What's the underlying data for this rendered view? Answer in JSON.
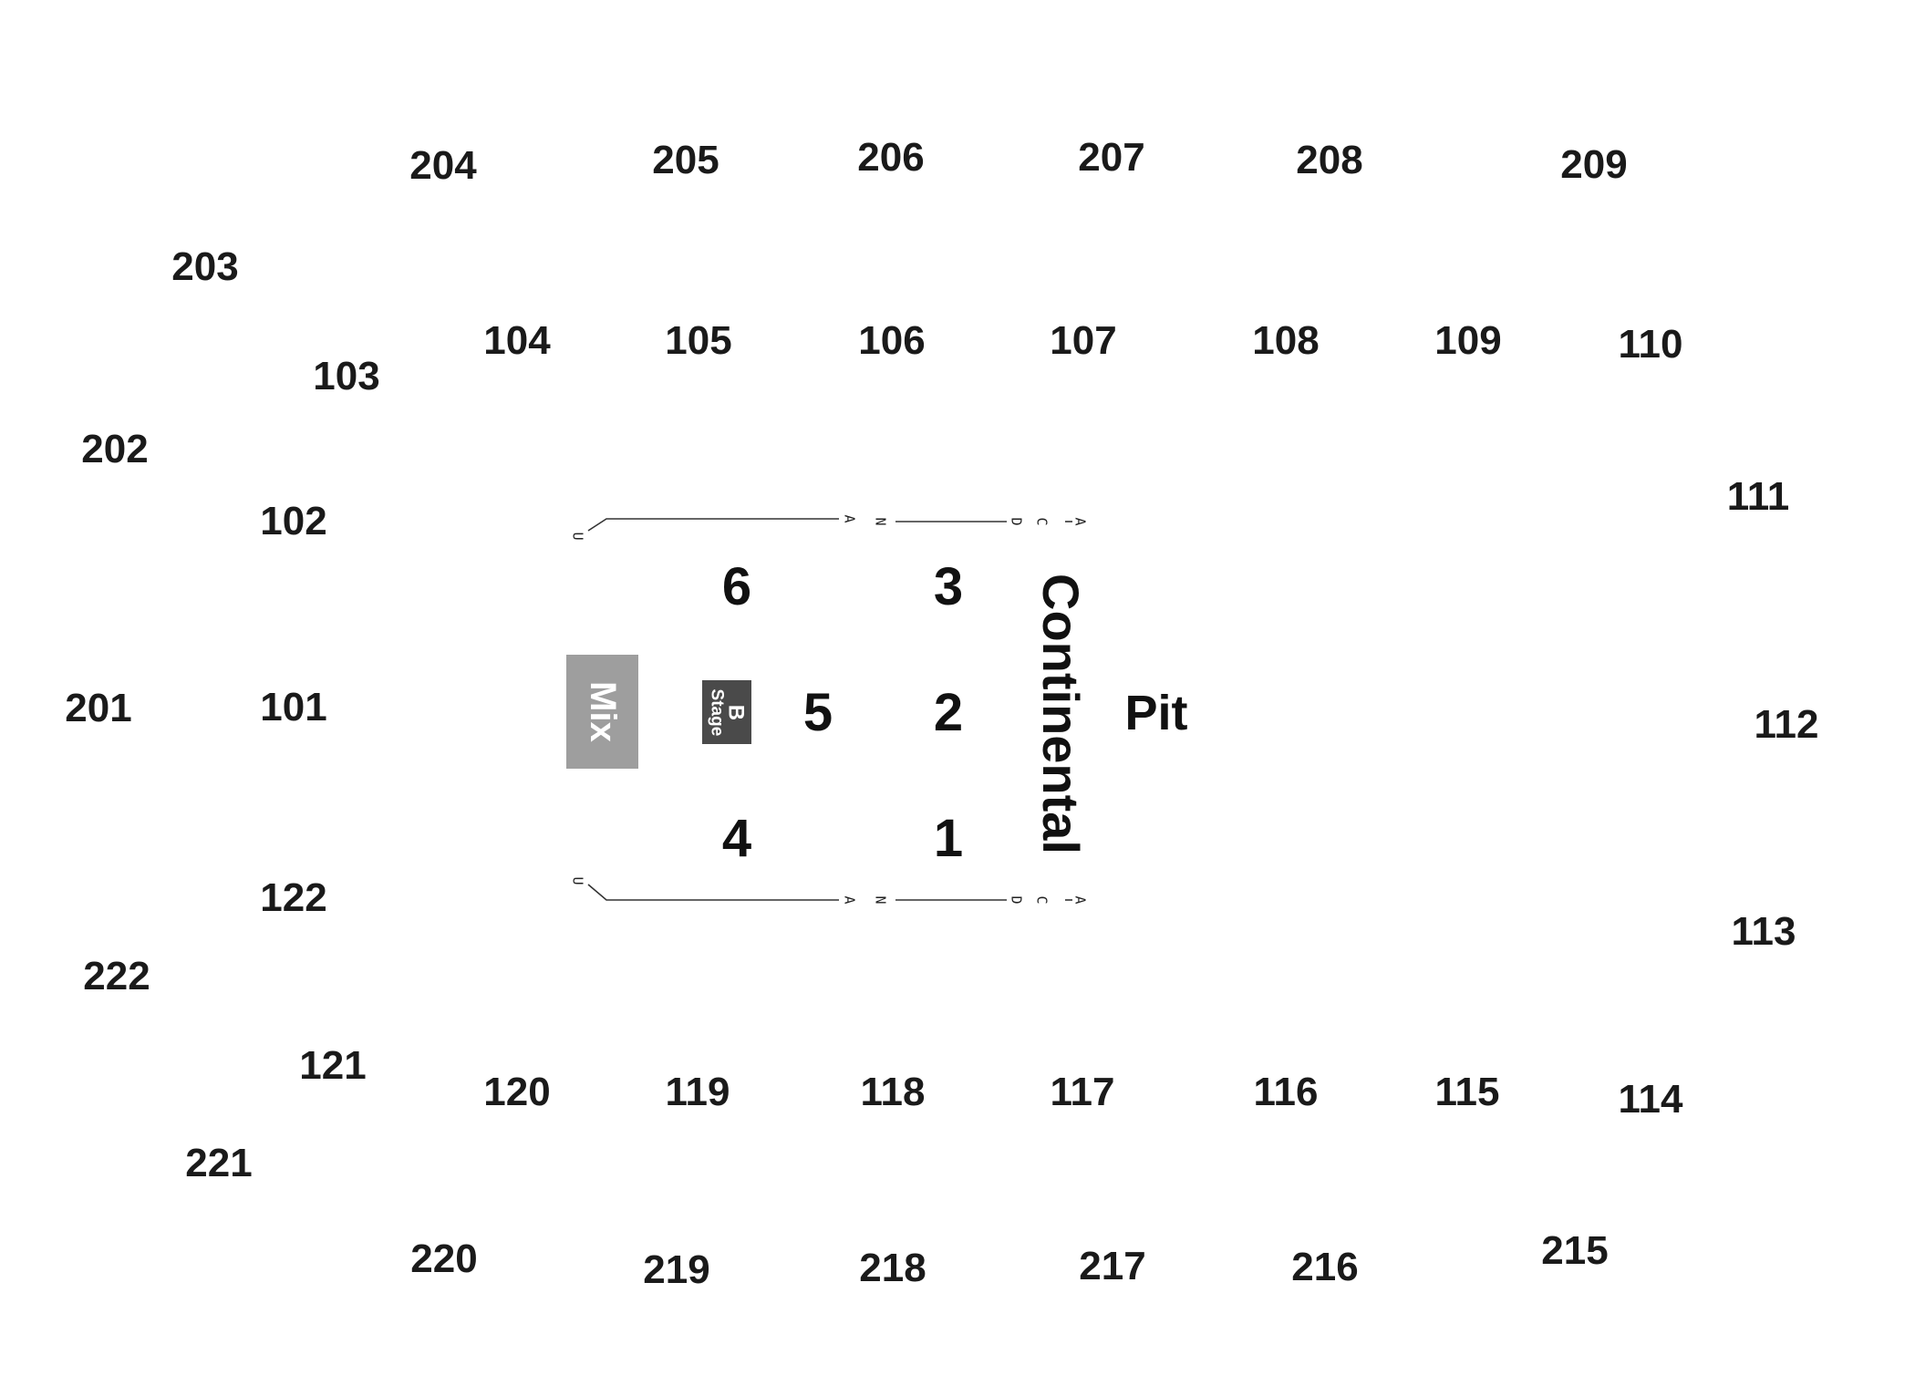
{
  "sections_200": [
    "201",
    "202",
    "203",
    "204",
    "205",
    "206",
    "207",
    "208",
    "209",
    "215",
    "216",
    "217",
    "218",
    "219",
    "220",
    "221",
    "222"
  ],
  "sections_100": [
    "101",
    "102",
    "103",
    "104",
    "105",
    "106",
    "107",
    "108",
    "109",
    "110",
    "111",
    "112",
    "113",
    "114",
    "115",
    "116",
    "117",
    "118",
    "119",
    "120",
    "121",
    "122"
  ],
  "floor": {
    "s1": "1",
    "s2": "2",
    "s3": "3",
    "s4": "4",
    "s5": "5",
    "s6": "6"
  },
  "pit": "Pit",
  "continental": "Continental",
  "mix": "Mix",
  "b_stage": {
    "line1": "B",
    "line2": "Stage"
  },
  "rows": {
    "a": "A",
    "c": "C",
    "d": "D",
    "n": "N",
    "u": "U"
  },
  "colors": {
    "mix": "#9e9e9e",
    "b_stage": "#4a4a4a",
    "text": "#1a1a1a",
    "background": "#ffffff"
  }
}
